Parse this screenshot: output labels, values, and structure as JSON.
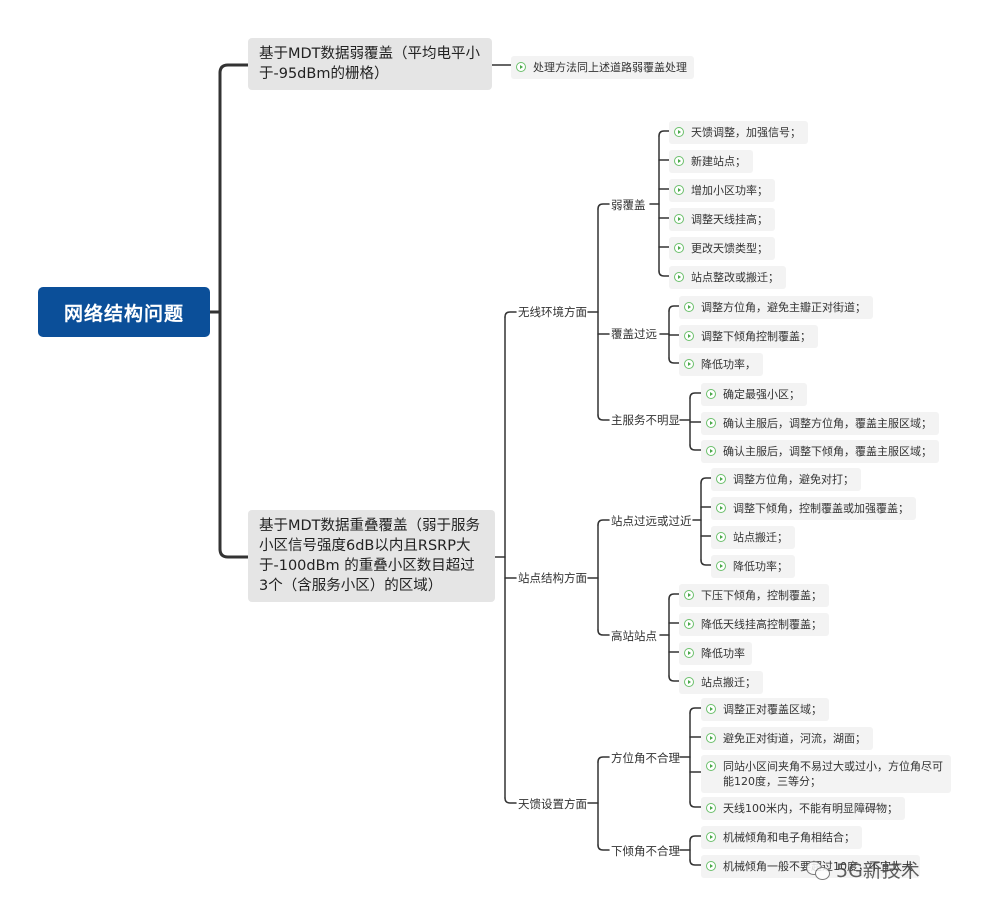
{
  "root": {
    "label": "网络结构问题"
  },
  "branch1": {
    "label": "基于MDT数据弱覆盖（平均电平小于-95dBm的栅格）",
    "leaf": "处理方法同上述道路弱覆盖处理"
  },
  "branch2": {
    "label": "基于MDT数据重叠覆盖（弱于服务小区信号强度6dB以内且RSRP大于-100dBm 的重叠小区数目超过3个（含服务小区）的区域）",
    "groups": [
      {
        "label": "无线环境方面",
        "subs": [
          {
            "label": "弱覆盖",
            "leaves": [
              "天馈调整，加强信号；",
              "新建站点；",
              "增加小区功率；",
              "调整天线挂高；",
              "更改天馈类型；",
              "站点整改或搬迁；"
            ]
          },
          {
            "label": "覆盖过远",
            "leaves": [
              "调整方位角，避免主瓣正对街道；",
              "调整下倾角控制覆盖；",
              "降低功率，"
            ]
          },
          {
            "label": "主服务不明显",
            "leaves": [
              "确定最强小区；",
              "确认主服后，调整方位角，覆盖主服区域；",
              "确认主服后，调整下倾角，覆盖主服区域；"
            ]
          }
        ]
      },
      {
        "label": "站点结构方面",
        "subs": [
          {
            "label": "站点过远或过近",
            "leaves": [
              "调整方位角，避免对打；",
              "调整下倾角，控制覆盖或加强覆盖；",
              "站点搬迁；",
              "降低功率；"
            ]
          },
          {
            "label": "高站站点",
            "leaves": [
              "下压下倾角，控制覆盖；",
              "降低天线挂高控制覆盖；",
              "降低功率",
              "站点搬迁；"
            ]
          }
        ]
      },
      {
        "label": "天馈设置方面",
        "subs": [
          {
            "label": "方位角不合理",
            "leaves": [
              "调整正对覆盖区域；",
              "避免正对街道，河流，湖面；",
              "同站小区间夹角不易过大或过小，方位角尽可能120度，三等分；",
              "天线100米内，不能有明显障碍物；"
            ]
          },
          {
            "label": "下倾角不合理",
            "leaves": [
              "机械倾角和电子角相结合；",
              "机械倾角一般不要超过10度，不宜太大"
            ]
          }
        ]
      }
    ]
  },
  "watermark": "5G新技术",
  "colors": {
    "root_bg": "#0b4f99",
    "branch_bg": "#e5e5e5",
    "leaf_bg": "#f3f3f3",
    "line": "#333333",
    "leaf_icon": "#4aa84a"
  }
}
